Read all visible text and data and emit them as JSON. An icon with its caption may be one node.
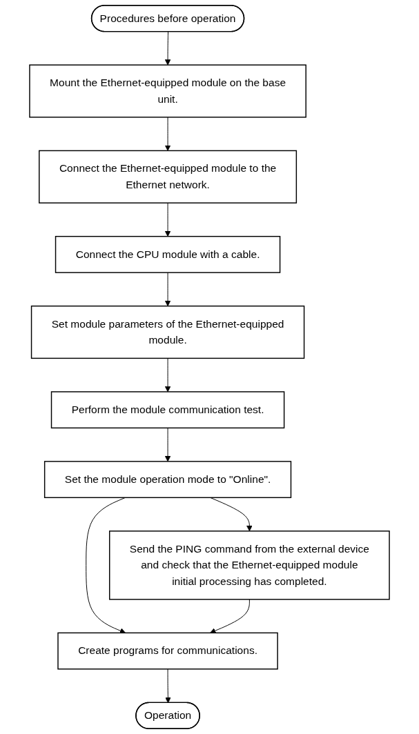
{
  "diagram": {
    "nodes": [
      {
        "text": [
          "Procedures before operation"
        ]
      },
      {
        "text": [
          "Mount the Ethernet-equipped module on the base unit."
        ]
      },
      {
        "text": [
          "Connect the Ethernet-equipped module to the Ethernet network."
        ]
      },
      {
        "text": [
          "Connect the CPU module with a cable."
        ]
      },
      {
        "text": [
          "Set module parameters of the Ethernet-equipped module."
        ]
      },
      {
        "text": [
          "Perform the module communication test."
        ]
      },
      {
        "text": [
          "Set the module operation mode to \"Online\"."
        ]
      },
      {
        "text": [
          "Send the PING command from the external device and check that the Ethernet-equipped module initial processing has completed."
        ]
      },
      {
        "text": [
          "Create programs for communications."
        ]
      },
      {
        "text": [
          "Operation"
        ]
      }
    ],
    "edges": [
      {
        "from": 0,
        "to": 1,
        "arrow": "to"
      },
      {
        "from": 1,
        "to": 2,
        "arrow": "to"
      },
      {
        "from": 2,
        "to": 3,
        "arrow": "to"
      },
      {
        "from": 3,
        "to": 4,
        "arrow": "to"
      },
      {
        "from": 4,
        "to": 5,
        "arrow": "to"
      },
      {
        "from": 5,
        "to": 6,
        "arrow": "to"
      },
      {
        "from": 6,
        "to": 7,
        "arrow": "to"
      },
      {
        "from": 6,
        "to": 8,
        "arrow": "to"
      },
      {
        "from": 7,
        "to": 8,
        "arrow": "to"
      },
      {
        "from": 8,
        "to": 9,
        "arrow": "to"
      }
    ]
  }
}
